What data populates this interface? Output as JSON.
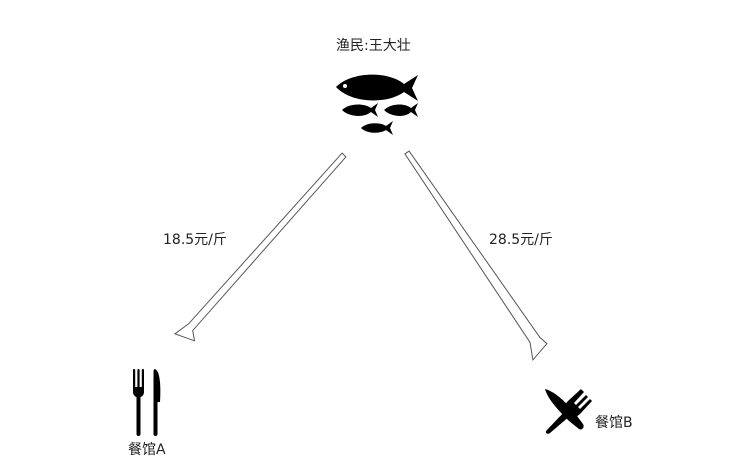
{
  "fisherman": {
    "label": "渔民:王大壮",
    "icon": "fish-school-icon"
  },
  "routes": [
    {
      "price_label": "18.5元/斤",
      "to": "餐馆A"
    },
    {
      "price_label": "28.5元/斤",
      "to": "餐馆B"
    }
  ],
  "restaurant_a": {
    "label": "餐馆A",
    "icon": "fork-knife-icon"
  },
  "restaurant_b": {
    "label": "餐馆B",
    "icon": "crossed-fork-knife-icon"
  },
  "colors": {
    "icon_fill": "#000000",
    "arrow_stroke": "#555555",
    "arrow_fill": "#ffffff",
    "text": "#222222"
  }
}
